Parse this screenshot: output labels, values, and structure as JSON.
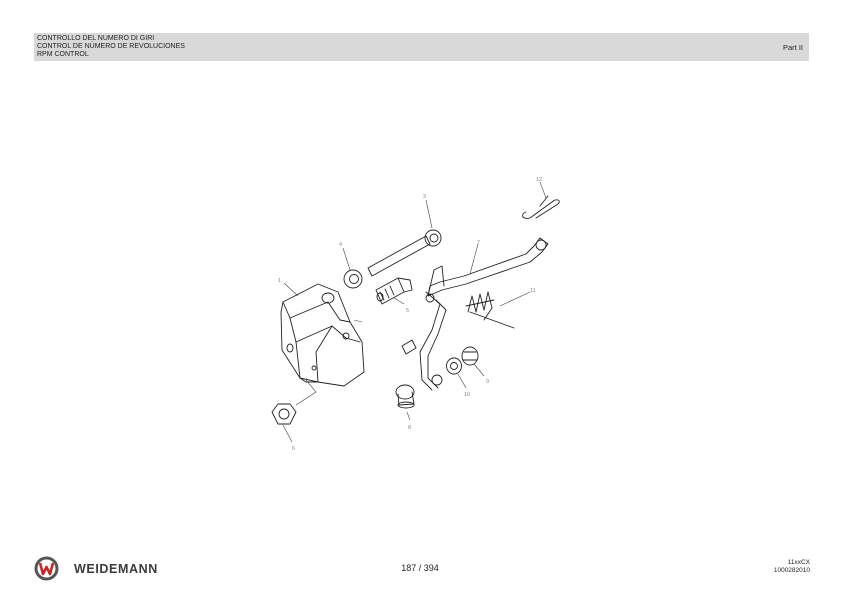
{
  "header": {
    "title_it": "CONTROLLO DEL NUMERO DI GIRI",
    "title_es": "CONTROL DE NÚMERO DE REVOLUCIONES",
    "title_en": "RPM CONTROL",
    "part": "Part II"
  },
  "drawing": {
    "callouts": [
      "1",
      "3",
      "4",
      "5",
      "6",
      "7",
      "8",
      "9",
      "10",
      "11",
      "12"
    ]
  },
  "footer": {
    "brand": "WEIDEMANN",
    "page": "187 / 394",
    "model": "11xxCX",
    "doc_number": "1000282010"
  },
  "colors": {
    "header_bg": "#d9d9d9",
    "logo_red": "#c62828",
    "logo_gray": "#555555"
  }
}
